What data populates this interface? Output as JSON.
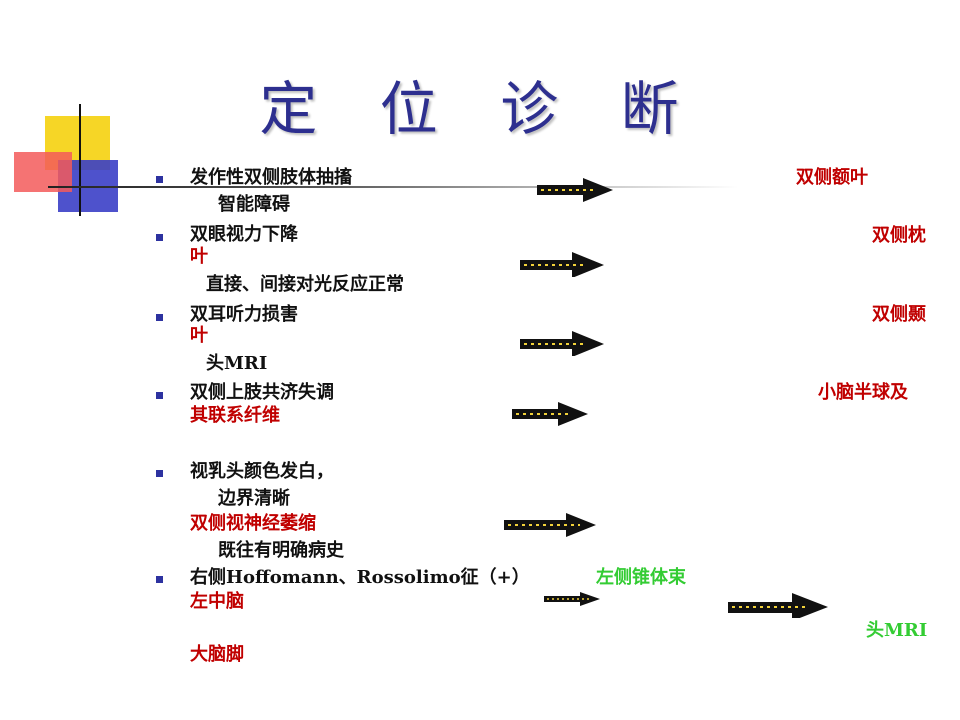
{
  "title": "定 位 诊 断",
  "items": [
    {
      "line1": "发作性双侧肢体抽搐",
      "line2": "智能障碍",
      "result": "双侧额叶"
    },
    {
      "line1": "双眼视力下降",
      "result_a": "双侧枕",
      "result_b": "叶",
      "line2": "直接、间接对光反应正常"
    },
    {
      "line1": "双耳听力损害",
      "result_a": "双侧颞",
      "result_b": "叶",
      "line2": "头MRI"
    },
    {
      "line1": "双侧上肢共济失调",
      "result_a": "小脑半球及",
      "result_b": "其联系纤维"
    },
    {
      "line1": "视乳头颜色发白，",
      "line2": "边界清晰",
      "result": "双侧视神经萎缩",
      "line3": "既往有明确病史"
    },
    {
      "line1": "右侧Hoffomann、Rossolimo征（+）",
      "result_green": "左侧锥体束",
      "red1": "左中脑",
      "green2": "头MRI",
      "red2": "大脑脚"
    }
  ],
  "colors": {
    "title": "#2d2f8f",
    "bullet": "#2d32a0",
    "result_red": "#c00000",
    "result_green": "#33cc33"
  },
  "icons": [
    "right-arrow-icon"
  ]
}
